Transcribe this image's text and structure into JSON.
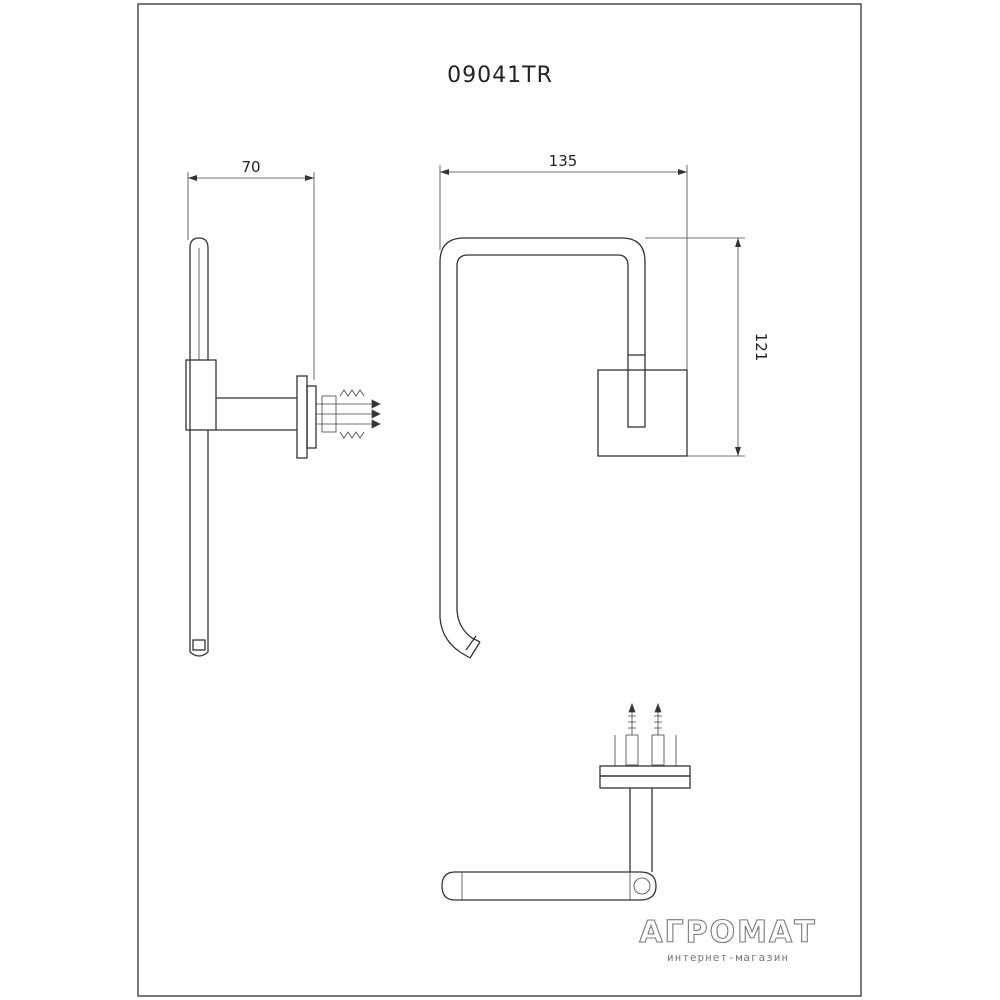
{
  "title": "09041TR",
  "dimensions": {
    "side_width": "70",
    "front_width": "135",
    "front_height": "121"
  },
  "watermark": {
    "brand": "АГРОМАТ",
    "tagline": "интернет-магазин"
  }
}
